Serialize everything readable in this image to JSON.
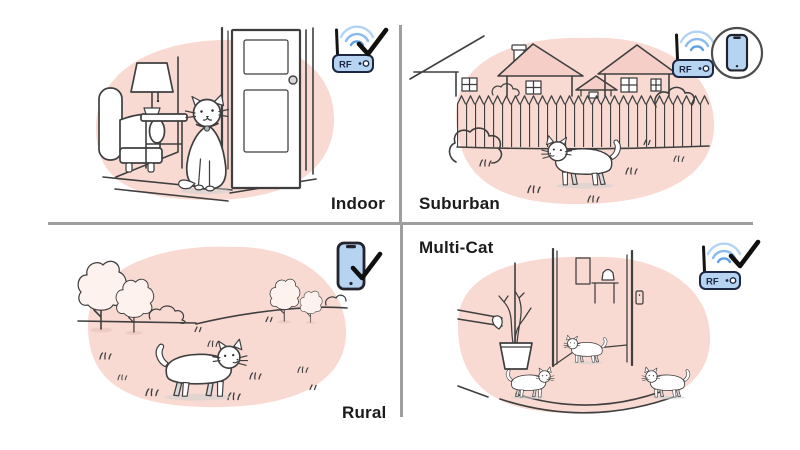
{
  "panels": [
    {
      "id": "indoor",
      "label": "Indoor",
      "icons": [
        "wifi-waves-icon",
        "rf-router-icon",
        "checkmark-icon"
      ],
      "scene": [
        "armchair",
        "table-lamp",
        "side-table",
        "sitting-cat-with-collar",
        "door",
        "rug-lines"
      ]
    },
    {
      "id": "suburban",
      "label": "Suburban",
      "icons": [
        "wifi-waves-icon",
        "rf-router-icon",
        "phone-in-circle-icon"
      ],
      "scene": [
        "houses-with-pink-roofs",
        "picket-fence",
        "bushes",
        "walking-cat",
        "grass-tufts"
      ]
    },
    {
      "id": "rural",
      "label": "Rural",
      "icons": [
        "phone-icon",
        "checkmark-icon"
      ],
      "scene": [
        "trees",
        "rolling-hill-lines",
        "bushes",
        "walking-cat",
        "grass-tufts"
      ]
    },
    {
      "id": "multi_cat",
      "label": "Multi-Cat",
      "icons": [
        "wifi-waves-icon",
        "rf-router-icon",
        "checkmark-icon"
      ],
      "scene": [
        "counter-edge",
        "hallway-doorway",
        "picture-frame",
        "light-switch",
        "potted-plant",
        "rug-arcs",
        "three-cats"
      ]
    }
  ],
  "router_text": "RF",
  "colors": {
    "blob_pink": "#f8dad2",
    "roof_pink": "#f5cfc7",
    "line": "#3f3f3f",
    "divider": "#9e9e9e",
    "router_blue": "#b6d3f2",
    "navy": "#1c2742",
    "label_text": "#1b1b1b"
  }
}
